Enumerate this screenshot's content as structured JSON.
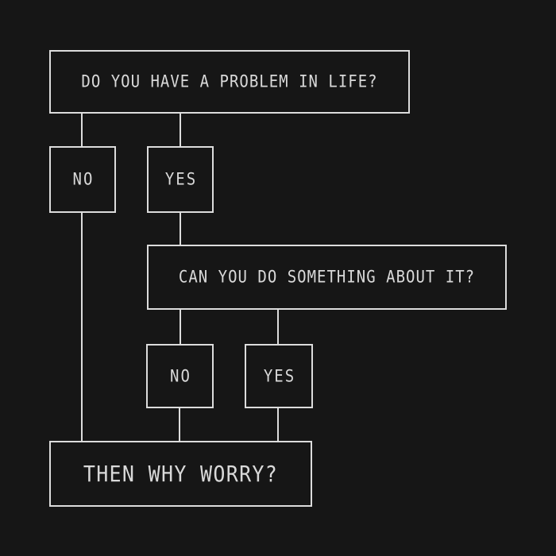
{
  "theme": {
    "background_color": "#161616",
    "line_color": "#dcdcdc",
    "text_color": "#d9d9d9"
  },
  "flowchart": {
    "question1": {
      "label": "DO YOU HAVE A PROBLEM IN LIFE?"
    },
    "no1": {
      "label": "NO"
    },
    "yes1": {
      "label": "YES"
    },
    "question2": {
      "label": "CAN YOU DO SOMETHING ABOUT IT?"
    },
    "no2": {
      "label": "NO"
    },
    "yes2": {
      "label": "YES"
    },
    "result": {
      "label": "THEN WHY WORRY?"
    }
  }
}
